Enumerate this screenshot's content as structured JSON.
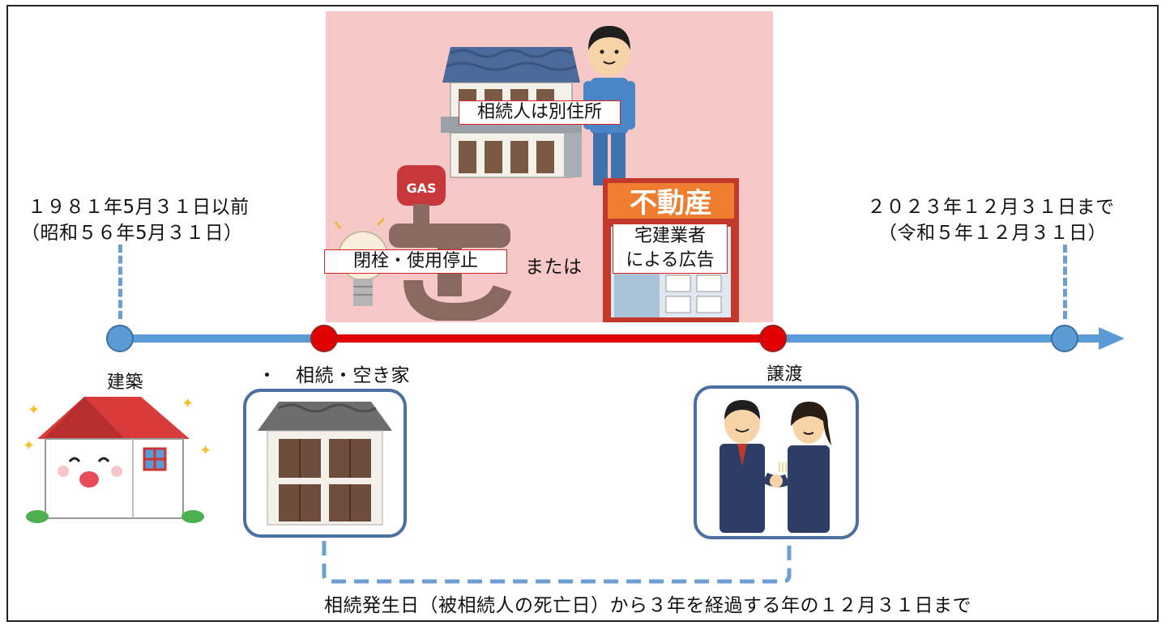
{
  "start": {
    "date_line1": "１９８１年5月３１日以前",
    "date_line2": "（昭和５６年5月３１日）",
    "event_label": "建築"
  },
  "inherit": {
    "event_label": "・　相続・空き家"
  },
  "transfer": {
    "event_label": "譲渡"
  },
  "end": {
    "date_line1": "２０２３年１２月３１日まで",
    "date_line2": "（令和５年１２月３１日）"
  },
  "vacant_period": {
    "owner_label": "相続人は別住所",
    "utility_label": "閉栓・使用停止",
    "or_label": "または",
    "ad_label_line1": "宅建業者",
    "ad_label_line2": "による広告",
    "sign_text": "不動産",
    "gas_text": "GAS"
  },
  "deadline_note": "相続発生日（被相続人の死亡日）から３年を経過する年の１２月３１日まで",
  "colors": {
    "timeline_blue": "#5b9bd5",
    "timeline_red": "#e00000",
    "pink_bg": "#f6c8c8",
    "card_border": "#4a6fa0"
  },
  "icons": [
    "house-smiling-icon",
    "vacant-house-icon",
    "handshake-icon",
    "apartment-icon",
    "man-icon",
    "gas-tap-icon",
    "light-bulb-icon",
    "real-estate-shop-icon"
  ]
}
